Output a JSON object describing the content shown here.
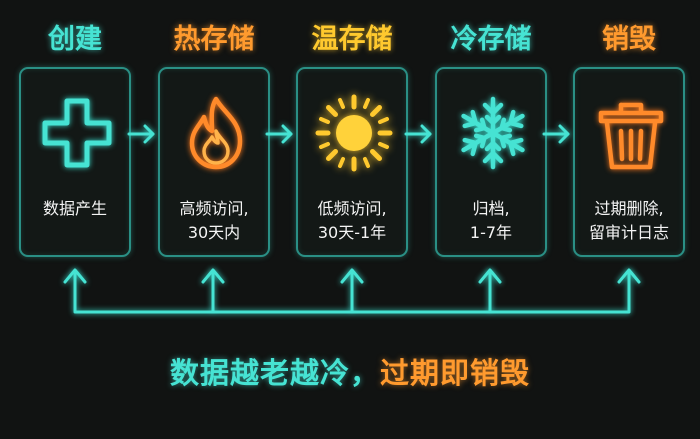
{
  "stages": [
    {
      "title": "创建",
      "desc1": "数据产生",
      "desc2": "",
      "icon": "plus-icon",
      "color": "#46e3d3"
    },
    {
      "title": "热存储",
      "desc1": "高频访问,",
      "desc2": "30天内",
      "icon": "flame-icon",
      "color": "#ff9a2e"
    },
    {
      "title": "温存储",
      "desc1": "低频访问,",
      "desc2": "30天-1年",
      "icon": "sun-icon",
      "color": "#ffc92e"
    },
    {
      "title": "冷存储",
      "desc1": "归档,",
      "desc2": "1-7年",
      "icon": "snowflake-icon",
      "color": "#46e3d3"
    },
    {
      "title": "销毁",
      "desc1": "过期删除,",
      "desc2": "留审计日志",
      "icon": "trash-icon",
      "color": "#ff9a2e"
    }
  ],
  "caption": {
    "part1": "数据越老越冷，",
    "part2": "过期即销毁",
    "color1": "#46e3d3",
    "color2": "#ff9a2e"
  },
  "colors": {
    "border": "#2a8f85",
    "arrow": "#46e3d3"
  }
}
